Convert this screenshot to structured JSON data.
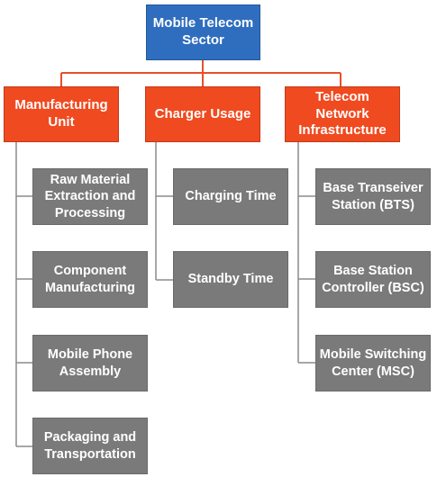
{
  "root": {
    "label": "Mobile Telecom\nSector"
  },
  "categories": [
    {
      "label": "Manufacturing\nUnit",
      "children": [
        "Raw Material\nExtraction and\nProcessing",
        "Component\nManufacturing",
        "Mobile Phone\nAssembly",
        "Packaging and\nTransportation"
      ]
    },
    {
      "label": "Charger Usage",
      "children": [
        "Charging Time",
        "Standby Time"
      ]
    },
    {
      "label": "Telecom\nNetwork\nInfrastructure",
      "children": [
        "Base Transeiver\nStation (BTS)",
        "Base Station\nController (BSC)",
        "Mobile Switching\nCenter (MSC)"
      ]
    }
  ],
  "colors": {
    "root": "#2f6ebf",
    "category": "#f04a20",
    "leaf": "#7a7a7a",
    "root_connector": "#e8502a",
    "leaf_connector": "#8c8c8c"
  }
}
